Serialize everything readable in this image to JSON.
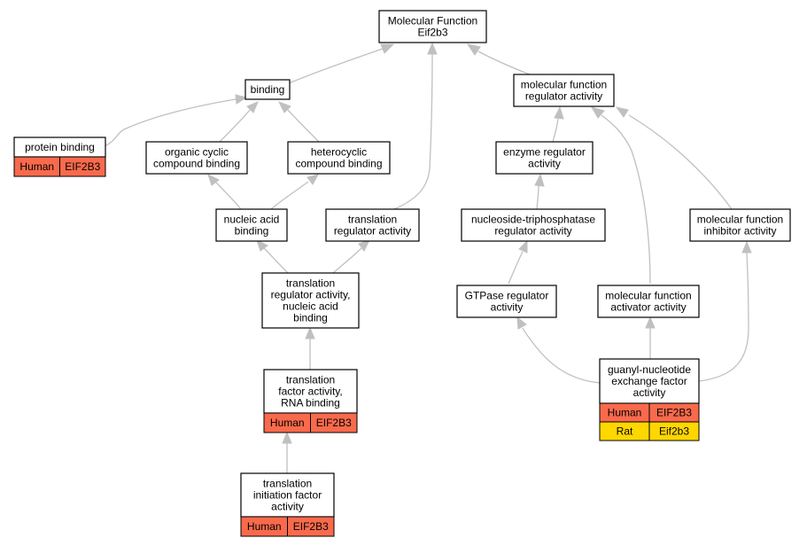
{
  "colors": {
    "human": "#f96a4c",
    "rat": "#ffd700",
    "edge": "#c0c0c0"
  },
  "nodes": {
    "root": {
      "lines": [
        "Molecular Function",
        "Eif2b3"
      ]
    },
    "binding": {
      "lines": [
        "binding"
      ]
    },
    "mf_regulator": {
      "lines": [
        "molecular function",
        "regulator activity"
      ]
    },
    "protein_binding": {
      "lines": [
        "protein binding"
      ],
      "annotations": [
        {
          "species": "Human",
          "gene": "EIF2B3"
        }
      ]
    },
    "organic_cyclic": {
      "lines": [
        "organic cyclic",
        "compound binding"
      ]
    },
    "heterocyclic": {
      "lines": [
        "heterocyclic",
        "compound binding"
      ]
    },
    "enzyme_regulator": {
      "lines": [
        "enzyme regulator",
        "activity"
      ]
    },
    "nucleic_acid": {
      "lines": [
        "nucleic acid",
        "binding"
      ]
    },
    "translation_regulator": {
      "lines": [
        "translation",
        "regulator activity"
      ]
    },
    "ntpase_regulator": {
      "lines": [
        "nucleoside-triphosphatase",
        "regulator activity"
      ]
    },
    "mf_inhibitor": {
      "lines": [
        "molecular function",
        "inhibitor activity"
      ]
    },
    "trans_reg_nucleic": {
      "lines": [
        "translation",
        "regulator activity,",
        "nucleic acid",
        "binding"
      ]
    },
    "gtpase_regulator": {
      "lines": [
        "GTPase regulator",
        "activity"
      ]
    },
    "mf_activator": {
      "lines": [
        "molecular function",
        "activator activity"
      ]
    },
    "trans_factor_rna": {
      "lines": [
        "translation",
        "factor activity,",
        "RNA binding"
      ],
      "annotations": [
        {
          "species": "Human",
          "gene": "EIF2B3"
        }
      ]
    },
    "gnef": {
      "lines": [
        "guanyl-nucleotide",
        "exchange factor",
        "activity"
      ],
      "annotations": [
        {
          "species": "Human",
          "gene": "EIF2B3"
        },
        {
          "species": "Rat",
          "gene": "Eif2b3"
        }
      ]
    },
    "trans_init": {
      "lines": [
        "translation",
        "initiation factor",
        "activity"
      ],
      "annotations": [
        {
          "species": "Human",
          "gene": "EIF2B3"
        }
      ]
    }
  }
}
